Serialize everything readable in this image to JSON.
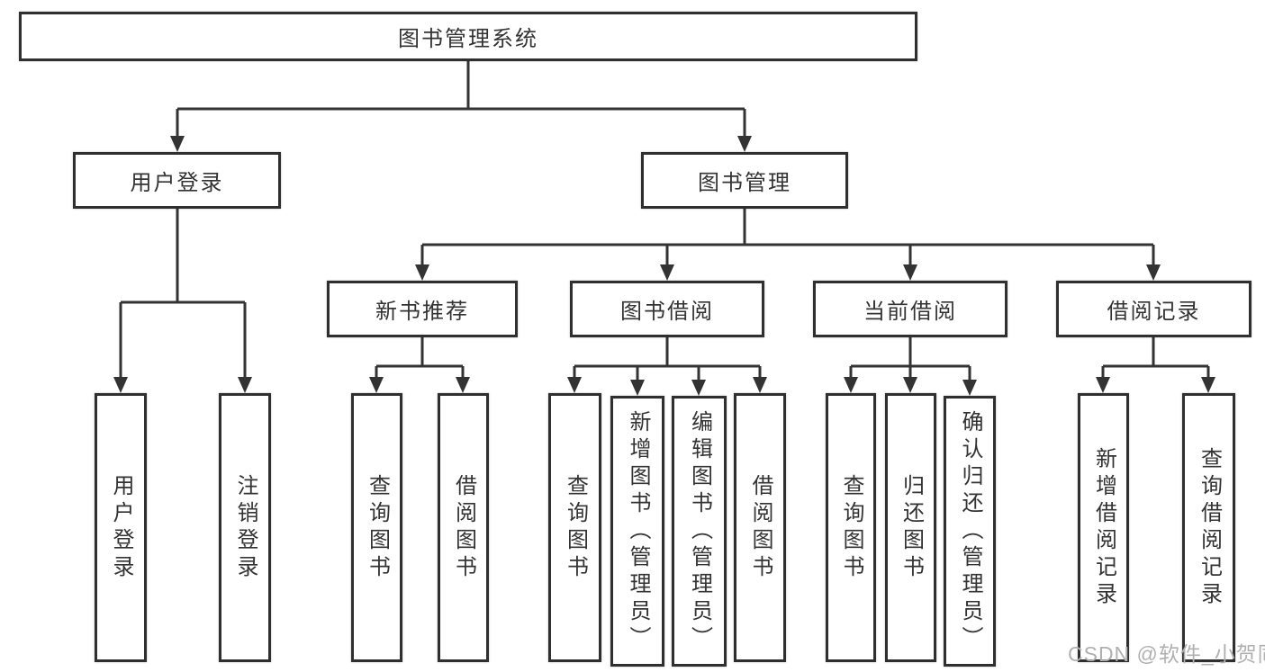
{
  "page": {
    "background": "#ffffff"
  },
  "colors": {
    "line": "#333333",
    "box_border": "#2f2f2f",
    "text": "#333333",
    "watermark": "#b0b0b0"
  },
  "watermark": {
    "text": "CSDN @软件_小贺同学"
  },
  "diagram": {
    "root": {
      "label": "图书管理系统"
    },
    "level2": [
      {
        "label": "用户登录"
      },
      {
        "label": "图书管理"
      }
    ],
    "level3": [
      {
        "label": "新书推荐"
      },
      {
        "label": "图书借阅"
      },
      {
        "label": "当前借阅"
      },
      {
        "label": "借阅记录"
      }
    ],
    "children": {
      "user_login": [
        {
          "label": "用户登录"
        },
        {
          "label": "注销登录"
        }
      ],
      "new_book_recommend": [
        {
          "label": "查询图书"
        },
        {
          "label": "借阅图书"
        }
      ],
      "book_borrowing": [
        {
          "label": "查询图书"
        },
        {
          "label": "新增图书（管理员）"
        },
        {
          "label": "编辑图书（管理员）"
        },
        {
          "label": "借阅图书"
        }
      ],
      "current_borrowing": [
        {
          "label": "查询图书"
        },
        {
          "label": "归还图书"
        },
        {
          "label": "确认归还（管理员）"
        }
      ],
      "borrowing_records": [
        {
          "label": "新增借阅记录"
        },
        {
          "label": "查询借阅记录"
        }
      ]
    }
  }
}
